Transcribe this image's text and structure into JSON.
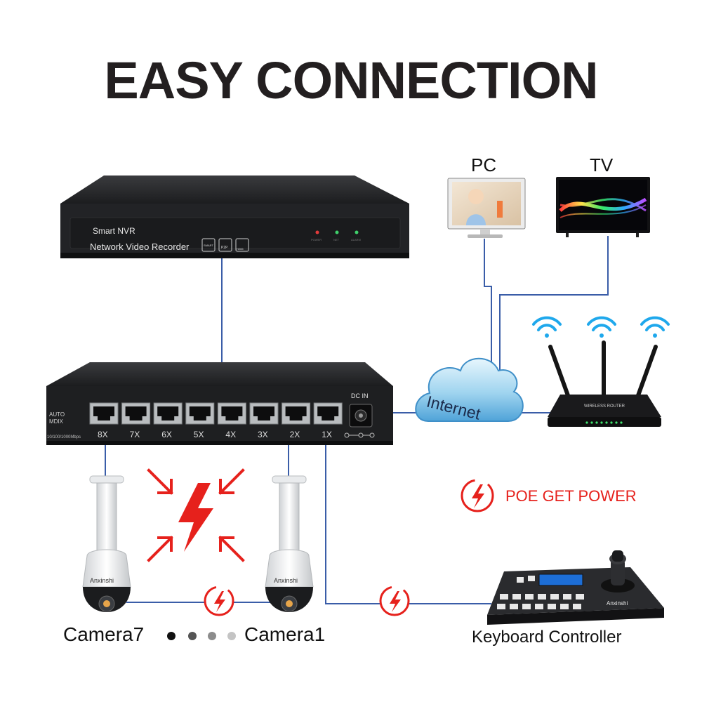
{
  "title": "EASY CONNECTION",
  "nvr": {
    "brand": "Smart NVR",
    "model": "Network Video Recorder",
    "badges": [
      "SMART",
      "P2P",
      "H265"
    ],
    "leds": [
      "POWER",
      "NET",
      "ALARM"
    ]
  },
  "switch": {
    "side_label_1": "AUTO",
    "side_label_2": "MDIX",
    "speed_label": "10/100/1000Mbps",
    "dc_label": "DC IN",
    "ports": [
      "8X",
      "7X",
      "6X",
      "5X",
      "4X",
      "3X",
      "2X",
      "1X"
    ]
  },
  "devices": {
    "pc_label": "PC",
    "tv_label": "TV",
    "internet_label": "Internet",
    "router_label": "WIRELESS ROUTER"
  },
  "cameras": {
    "left_label": "Camera7",
    "right_label": "Camera1",
    "brand": "Anxinshi"
  },
  "poe_text": "POE GET POWER",
  "keyboard_label": "Keyboard Controller",
  "colors": {
    "line": "#3a5da8",
    "accent_red": "#e6211c",
    "device_dark": "#1f2022",
    "title": "#231f20"
  }
}
